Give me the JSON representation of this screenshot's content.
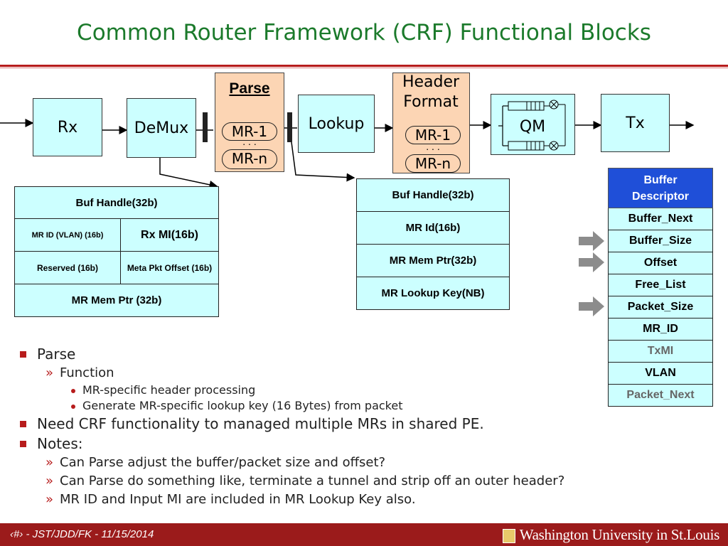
{
  "slide": {
    "title": "Common Router Framework (CRF) Functional Blocks"
  },
  "blocks": {
    "rx": "Rx",
    "demux": "DeMux",
    "parse": "Parse",
    "lookup": "Lookup",
    "header_format": [
      "Header",
      "Format"
    ],
    "qm": "QM",
    "tx": "Tx",
    "mr1": "MR-1",
    "mrn": "MR-n",
    "dots": ". . ."
  },
  "left_table": {
    "row1": "Buf Handle(32b)",
    "row2_left": "MR ID (VLAN) (16b)",
    "row2_right": "Rx MI(16b)",
    "row3_left": "Reserved (16b)",
    "row3_right": "Meta Pkt Offset (16b)",
    "row4": "MR Mem Ptr (32b)"
  },
  "mid_table": {
    "rows": [
      "Buf Handle(32b)",
      "MR Id(16b)",
      "MR Mem Ptr(32b)",
      "MR Lookup Key(NB)"
    ]
  },
  "buffer_descriptor": {
    "header": "Buffer Descriptor",
    "rows": [
      "Buffer_Next",
      "Buffer_Size",
      "Offset",
      "Free_List",
      "Packet_Size",
      "MR_ID",
      "TxMI",
      "VLAN",
      "Packet_Next"
    ]
  },
  "bullets": {
    "b1": "Parse",
    "b1_sub": "Function",
    "b1_sub1": "MR-specific header processing",
    "b1_sub2": "Generate MR-specific lookup key (16 Bytes) from packet",
    "b2": "Need CRF functionality to managed multiple MRs in shared PE.",
    "b3": "Notes:",
    "b3_sub1": "Can Parse adjust the buffer/packet size and offset?",
    "b3_sub2": "Can Parse do something like, terminate a tunnel and strip off an outer header?",
    "b3_sub3": "MR ID and Input MI are included in MR Lookup Key also."
  },
  "footer": {
    "left": "‹#› - JST/JDD/FK - 11/15/2014",
    "right": "Washington University in St.Louis"
  },
  "colors": {
    "title": "#1b7a2b",
    "accent": "#b71c1c",
    "cyan": "#ccffff",
    "orange": "#fcd5b4",
    "descriptor_header": "#1f4fd8"
  }
}
